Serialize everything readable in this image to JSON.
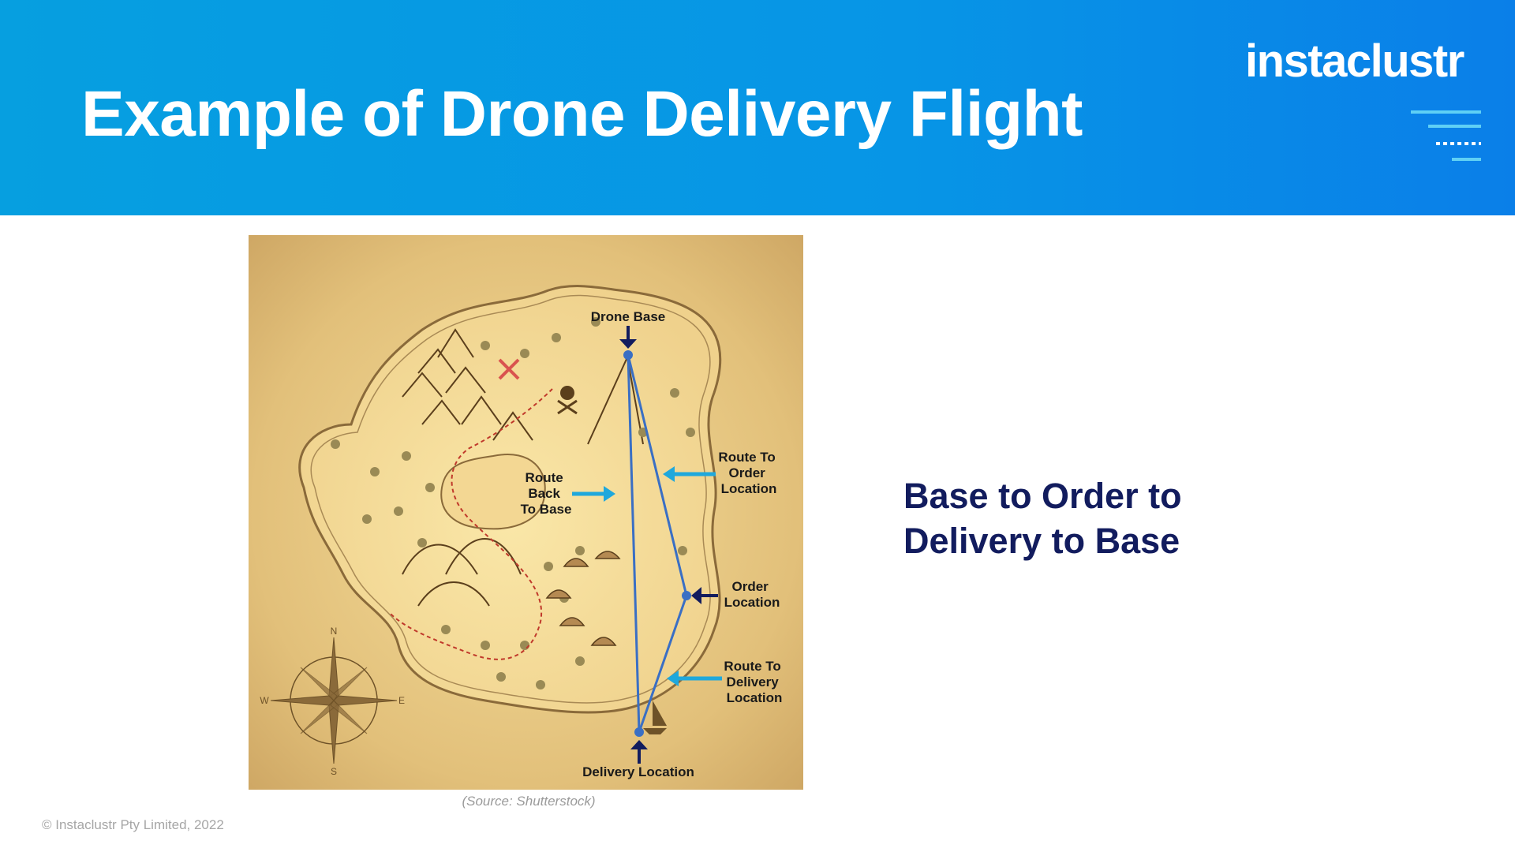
{
  "header": {
    "title": "Example of Drone Delivery Flight",
    "logo": "instaclustr"
  },
  "map": {
    "labels": {
      "drone_base": "Drone Base",
      "route_to_order": [
        "Route To",
        "Order",
        "Location"
      ],
      "route_back": [
        "Route",
        "Back",
        "To Base"
      ],
      "order_location": [
        "Order",
        "Location"
      ],
      "route_to_delivery": [
        "Route To",
        "Delivery",
        "Location"
      ],
      "delivery_location": "Delivery Location"
    },
    "compass": {
      "n": "N",
      "s": "S",
      "e": "E",
      "w": "W"
    }
  },
  "caption": "(Source: Shutterstock)",
  "summary": {
    "line1": "Base to Order to",
    "line2": "Delivery to Base"
  },
  "footer": {
    "copyright": "© Instaclustr Pty Limited, 2022"
  },
  "colors": {
    "header_blue": "#069fe0",
    "route_blue": "#3a6fc4",
    "arrow_cyan": "#1fa8dc",
    "text_navy": "#121c5e"
  }
}
